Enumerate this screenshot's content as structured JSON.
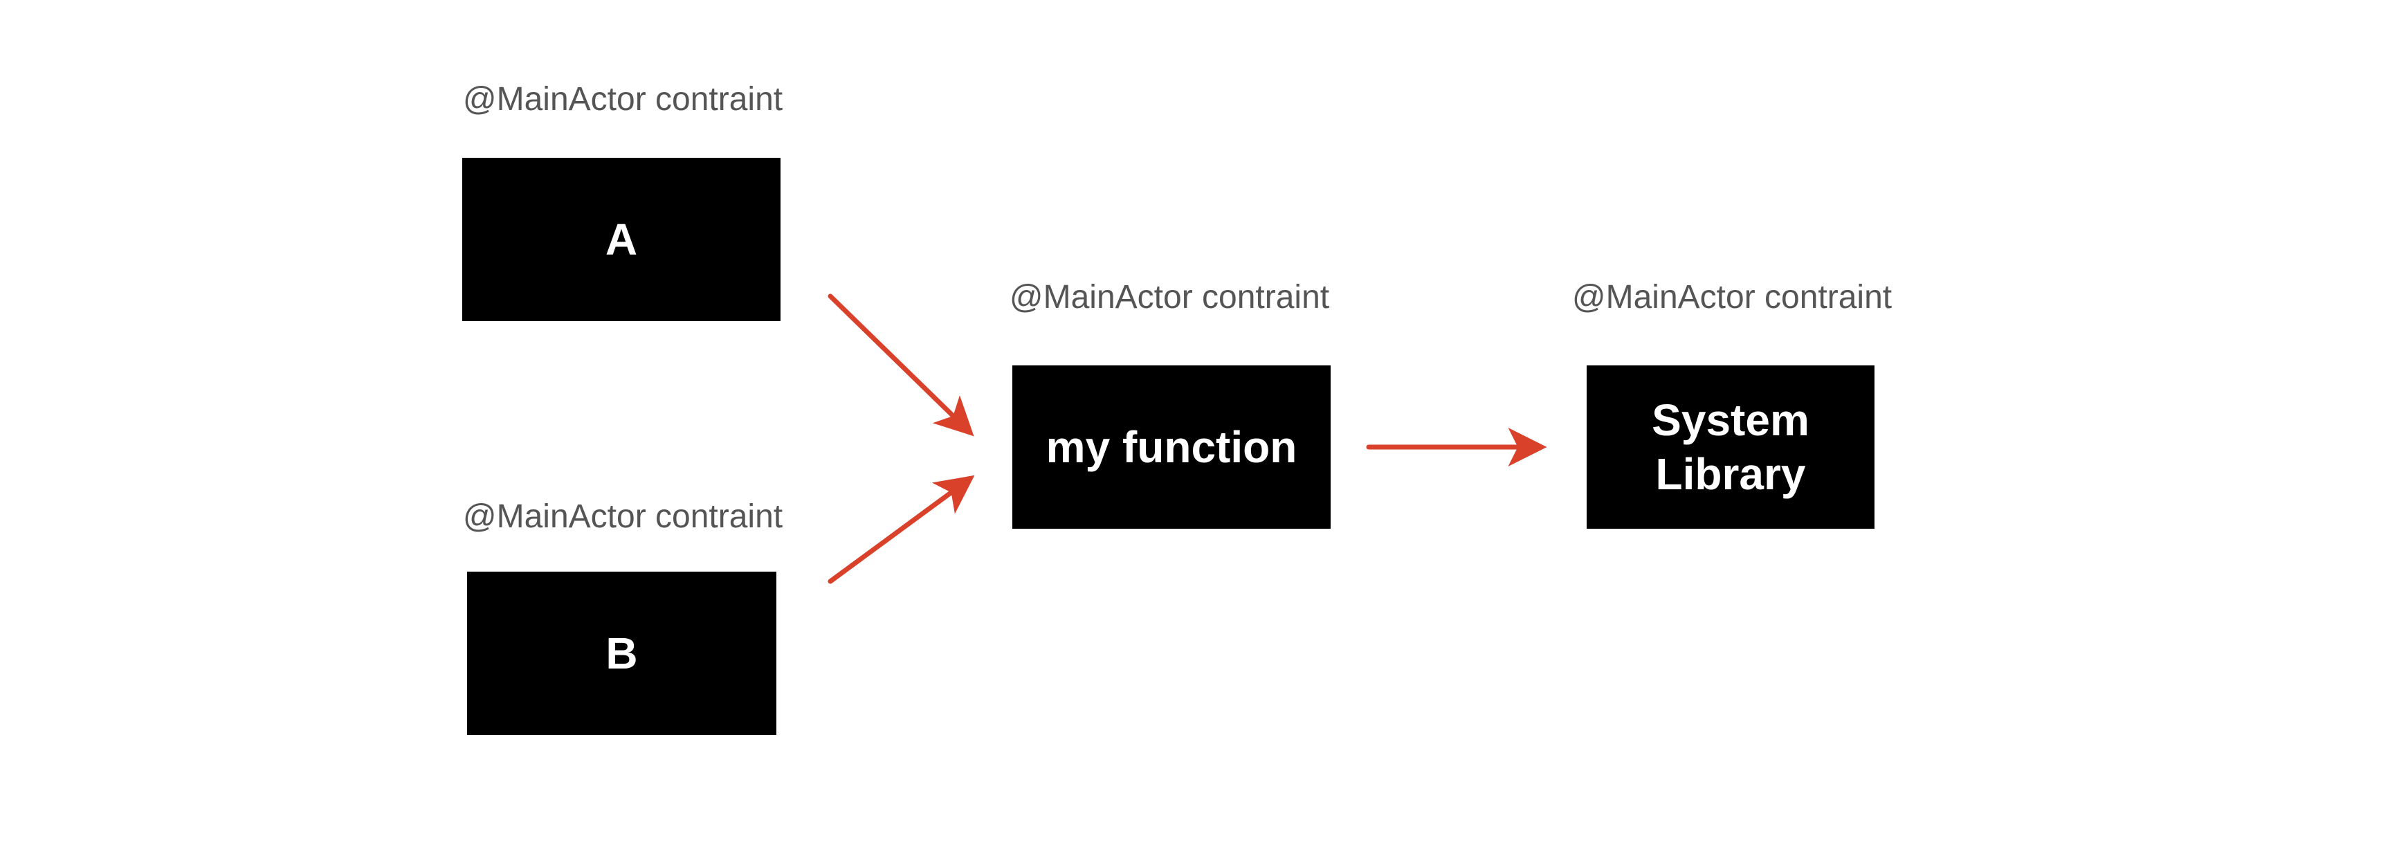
{
  "nodes": {
    "a": {
      "label": "A",
      "caption": "@MainActor contraint"
    },
    "b": {
      "label": "B",
      "caption": "@MainActor contraint"
    },
    "my_function": {
      "label": "my function",
      "caption": "@MainActor contraint"
    },
    "system_library": {
      "label": "System\nLibrary",
      "caption": "@MainActor contraint"
    }
  },
  "edges": [
    {
      "from": "A",
      "to": "my function"
    },
    {
      "from": "B",
      "to": "my function"
    },
    {
      "from": "my function",
      "to": "System Library"
    }
  ],
  "colors": {
    "box_fill": "#000000",
    "box_text": "#ffffff",
    "caption_text": "#555555",
    "arrow": "#d9412b",
    "background": "#ffffff"
  }
}
